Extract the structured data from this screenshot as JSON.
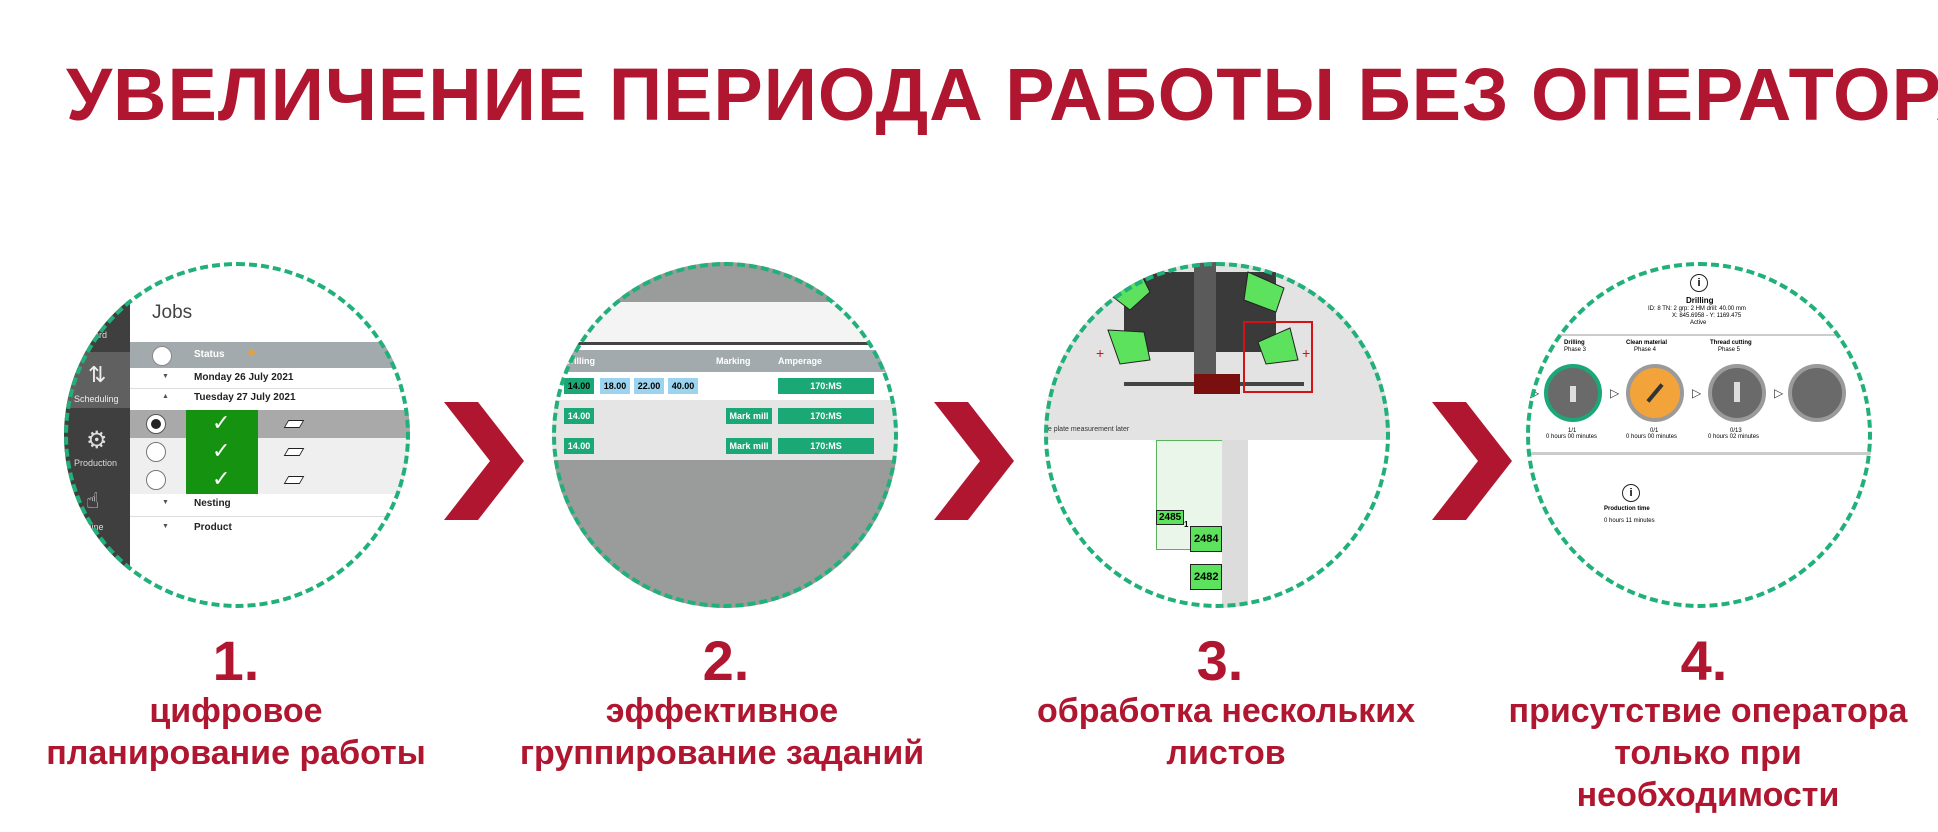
{
  "colors": {
    "accent": "#b0162f",
    "dashed_ring": "#21b07a",
    "check_green": "#15920f",
    "tag_green": "#1aa876",
    "marker_green": "#5ce25c",
    "task_orange": "#f2a33a"
  },
  "title": "УВЕЛИЧЕНИЕ ПЕРИОДА РАБОТЫ БЕЗ ОПЕРАТОРА",
  "icons": {
    "arrow": "chevron-right-icon",
    "check": "check-icon",
    "info": "info-icon"
  },
  "steps": [
    {
      "number": "1.",
      "caption": [
        "цифровое",
        "планирование работы"
      ]
    },
    {
      "number": "2.",
      "caption": [
        "эффективное",
        "группирование заданий"
      ]
    },
    {
      "number": "3.",
      "caption": [
        "обработка нескольких",
        "листов"
      ]
    },
    {
      "number": "4.",
      "caption": [
        "присутствие оператора",
        "только при",
        "необходимости"
      ]
    }
  ],
  "screen1": {
    "heading": "Jobs",
    "sidebar": [
      "board",
      "Scheduling",
      "Production",
      "chine"
    ],
    "status_header": "Status",
    "groups": [
      "Monday 26 July 2021",
      "Tuesday 27 July 2021"
    ],
    "lower_groups": [
      "Nesting",
      "Product"
    ]
  },
  "screen2": {
    "headers": [
      "Drilling",
      "Marking",
      "Amperage"
    ],
    "row1_drilling": [
      "14.00",
      "18.00",
      "22.00",
      "40.00"
    ],
    "rows": [
      {
        "drilling": "14.00",
        "marking": "",
        "amperage": "170:MS"
      },
      {
        "drilling": "14.00",
        "marking": "Mark mill",
        "amperage": "170:MS"
      },
      {
        "drilling": "14.00",
        "marking": "Mark mill",
        "amperage": "170:MS"
      }
    ]
  },
  "screen3": {
    "note": "he plate measurement later",
    "labels": [
      "2485",
      "1",
      "2484",
      "2482"
    ]
  },
  "screen4": {
    "top_title": "Drilling",
    "top_details": [
      "ID: 8 TN: 2 grp: 2 HM drill: 40.00 mm",
      "X: 845.6958 - Y: 1169.475",
      "Active"
    ],
    "steps": [
      {
        "name": "Drilling",
        "phase": "Phase 3",
        "count": "1/1",
        "time": "0 hours 00 minutes"
      },
      {
        "name": "Clean material",
        "phase": "Phase 4",
        "count": "0/1",
        "time": "0 hours 00 minutes"
      },
      {
        "name": "Thread cutting",
        "phase": "Phase 5",
        "count": "0/13",
        "time": "0 hours 02 minutes"
      }
    ],
    "production_time_label": "Production time",
    "production_time_value": "0 hours 11 minutes"
  }
}
